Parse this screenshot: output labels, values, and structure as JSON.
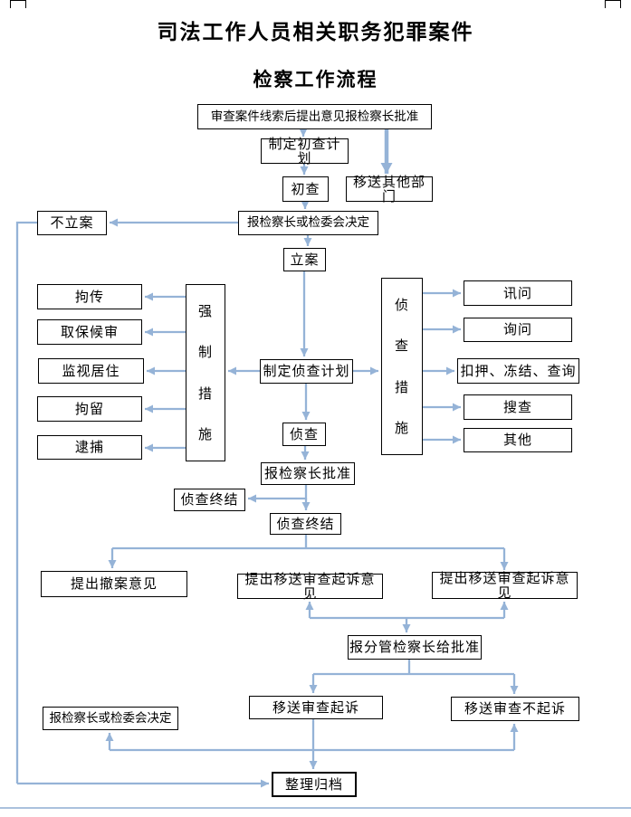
{
  "title": "司法工作人员相关职务犯罪案件",
  "subtitle": "检察工作流程",
  "colors": {
    "connector": "#95b3d7",
    "box_border": "#000000",
    "text": "#000000",
    "bottom_rule": "#aac1dd"
  },
  "nodes": {
    "review": {
      "label": "审查案件线索后提出意见报检察长批准"
    },
    "plan_prelim": {
      "label": "制定初查计划"
    },
    "prelim": {
      "label": "初查"
    },
    "transfer_other": {
      "label": "移送其他部门"
    },
    "no_case": {
      "label": "不立案"
    },
    "report_decide": {
      "label": "报检察长或检委会决定"
    },
    "file_case": {
      "label": "立案"
    },
    "juchuan": {
      "label": "拘传"
    },
    "qubao": {
      "label": "取保候审"
    },
    "jianshi": {
      "label": "监视居住"
    },
    "juliu": {
      "label": "拘留"
    },
    "daibu": {
      "label": "逮捕"
    },
    "coercive": {
      "label": "强制措施"
    },
    "plan_invest": {
      "label": "制定侦查计划"
    },
    "invest_measures": {
      "label": "侦查措施"
    },
    "xunwen_interrogate": {
      "label": "讯问"
    },
    "xunwen_inquire": {
      "label": "询问"
    },
    "kouya": {
      "label": "扣押、冻结、查询"
    },
    "sousuo": {
      "label": "搜查"
    },
    "qita": {
      "label": "其他"
    },
    "invest": {
      "label": "侦查"
    },
    "report_approve": {
      "label": "报检察长批准"
    },
    "invest_end_left": {
      "label": "侦查终结"
    },
    "invest_end_center": {
      "label": "侦查终结"
    },
    "withdraw_opinion": {
      "label": "提出撤案意见"
    },
    "prosecute_opinion_mid": {
      "label": "提出移送审查起诉意见"
    },
    "prosecute_opinion_right": {
      "label": "提出移送审查起诉意见"
    },
    "deputy_approve": {
      "label": "报分管检察长给批准"
    },
    "transfer_prosecute": {
      "label": "移送审查起诉"
    },
    "transfer_no_prosecute": {
      "label": "移送审查不起诉"
    },
    "report_decide_2": {
      "label": "报检察长或检委会决定"
    },
    "archive": {
      "label": "整理归档"
    }
  }
}
